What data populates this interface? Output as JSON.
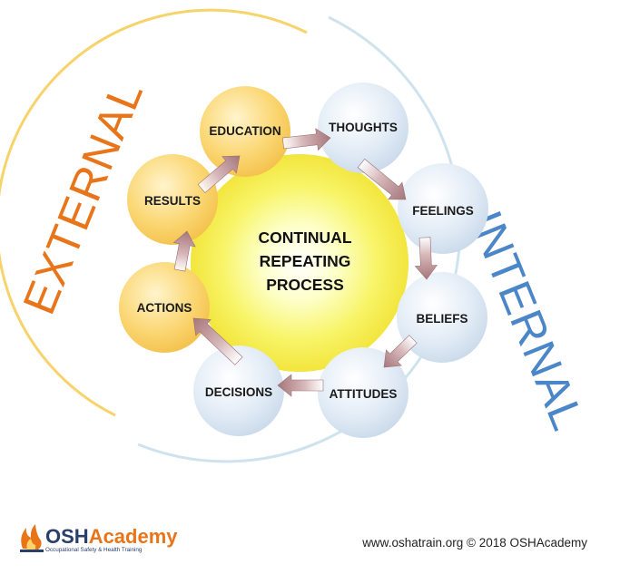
{
  "center": {
    "lines": [
      "CONTINUAL",
      "REPEATING",
      "PROCESS"
    ]
  },
  "sides": {
    "external": "EXTERNAL",
    "internal": "INTERNAL"
  },
  "nodes": [
    {
      "key": "education",
      "label": "EDUCATION",
      "group": "external"
    },
    {
      "key": "thoughts",
      "label": "THOUGHTS",
      "group": "internal"
    },
    {
      "key": "feelings",
      "label": "FEELINGS",
      "group": "internal"
    },
    {
      "key": "beliefs",
      "label": "BELIEFS",
      "group": "internal"
    },
    {
      "key": "attitudes",
      "label": "ATTITUDES",
      "group": "internal"
    },
    {
      "key": "decisions",
      "label": "DECISIONS",
      "group": "internal"
    },
    {
      "key": "actions",
      "label": "ACTIONS",
      "group": "external"
    },
    {
      "key": "results",
      "label": "RESULTS",
      "group": "external"
    }
  ],
  "flow": "education → thoughts → feelings → beliefs → attitudes → decisions → actions → results → education",
  "logo": {
    "brand_a": "OSH",
    "brand_b": "Academy",
    "tagline": "Occupational Safety & Health Training"
  },
  "footer": {
    "credit": "www.oshatrain.org © 2018 OSHAcademy"
  },
  "colors": {
    "external_text": "#e8751a",
    "internal_text": "#4a86c8",
    "external_ring": "#f7d36b",
    "internal_ring": "#cfe3ef",
    "arrow": "#b07f83",
    "logo_brand": "#2a3f6b",
    "logo_accent": "#e8751a"
  }
}
